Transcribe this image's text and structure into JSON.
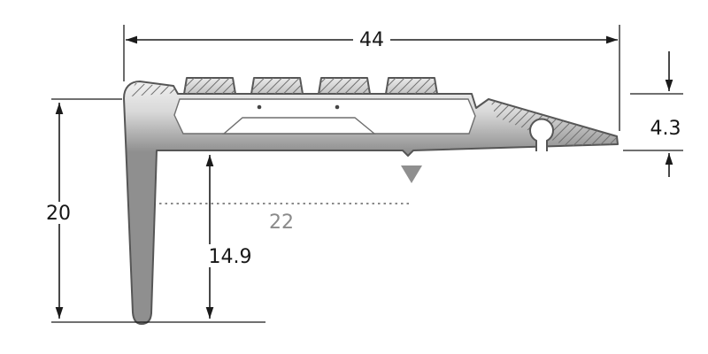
{
  "diagram": {
    "labels": {
      "overall_width": "44",
      "right_edge_height": "4.3",
      "left_height": "20",
      "inner_drop": "14.9",
      "inset_width": "22"
    },
    "colors": {
      "dimension": "#1b1b1b",
      "secondary_dimension": "#8a8a8a",
      "profile_stroke": "#565656",
      "profile_light": "#f2f2f2",
      "profile_dark": "#8f8f8f",
      "background": "#ffffff"
    }
  }
}
